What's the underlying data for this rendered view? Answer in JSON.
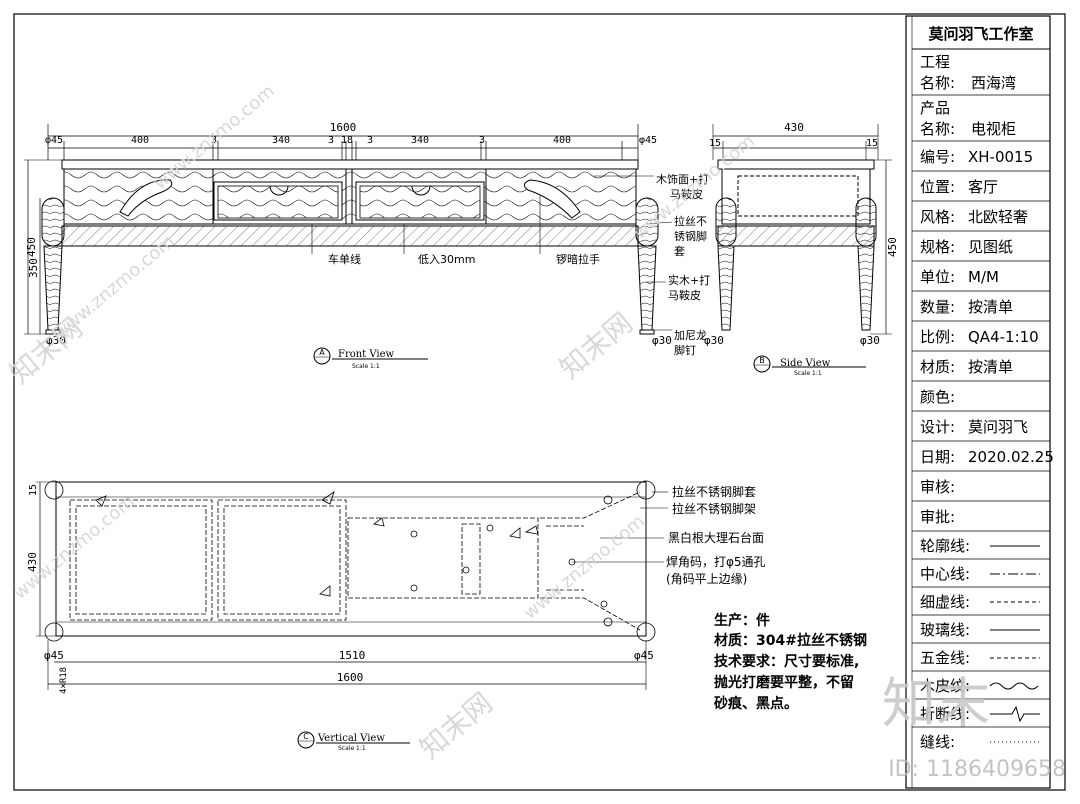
{
  "title_block": {
    "studio": "莫问羽飞工作室",
    "rows": [
      {
        "label": "工程",
        "label2": "名称:",
        "value": "西海湾"
      },
      {
        "label": "产品",
        "label2": "名称:",
        "value": "电视柜"
      },
      {
        "label": "编号:",
        "value": "XH-0015"
      },
      {
        "label": "位置:",
        "value": "客厅"
      },
      {
        "label": "风格:",
        "value": "北欧轻奢"
      },
      {
        "label": "规格:",
        "value": "见图纸"
      },
      {
        "label": "单位:",
        "value": "M/M"
      },
      {
        "label": "数量:",
        "value": "按清单"
      },
      {
        "label": "比例:",
        "value": "QA4-1:10"
      },
      {
        "label": "材质:",
        "value": "按清单"
      },
      {
        "label": "颜色:",
        "value": ""
      },
      {
        "label": "设计:",
        "value": "莫问羽飞"
      },
      {
        "label": "日期:",
        "value": "2020.02.25"
      },
      {
        "label": "审核:",
        "value": ""
      },
      {
        "label": "审批:",
        "value": ""
      }
    ],
    "line_legend": [
      {
        "label": "轮廓线:",
        "style": "solid"
      },
      {
        "label": "中心线:",
        "style": "dashdot"
      },
      {
        "label": "细虚线:",
        "style": "dashed"
      },
      {
        "label": "玻璃线:",
        "style": "solid"
      },
      {
        "label": "五金线:",
        "style": "dashed"
      },
      {
        "label": "木皮纹:",
        "style": "wave"
      },
      {
        "label": "折断线:",
        "style": "break"
      },
      {
        "label": "缝线:",
        "style": "dotted"
      }
    ]
  },
  "front_view": {
    "dim_total": "1600",
    "dims": [
      "45",
      "400",
      "3",
      "340",
      "3",
      "18",
      "3",
      "340",
      "3",
      "400",
      "45"
    ],
    "height_450": "450",
    "height_350": "350",
    "leg_dia": "30",
    "labels": {
      "wood_face": "木饰面+打",
      "wood_face2": "马鞍皮",
      "steel_sleeve": "拉丝不",
      "steel_sleeve2": "锈钢脚",
      "steel_sleeve3": "套",
      "solid_wood": "实木+打",
      "solid_wood2": "马鞍皮",
      "nail": "加尼龙",
      "nail2": "脚钉",
      "sew_line": "车单线",
      "recess": "低入30mm",
      "handle": "锣暗拉手"
    },
    "view_tag": "A",
    "view_title": "Front View",
    "scale": "Scale 1:1"
  },
  "side_view": {
    "dim_total": "430",
    "dim_left": "15",
    "dim_right": "15",
    "height": "450",
    "leg_dia": "30",
    "view_tag": "B",
    "view_title": "Side View",
    "scale": "Scale 1:1"
  },
  "plan_view": {
    "dim_depth": "430",
    "dim_top": "15",
    "dim_inner": "1510",
    "dim_total": "1600",
    "leg_dia": "45",
    "radius_note": "4×R18",
    "labels": {
      "sleeve": "拉丝不锈钢脚套",
      "frame": "拉丝不锈钢脚架",
      "marble": "黑白根大理石台面",
      "weld": "焊角码，打φ5通孔",
      "weld2": "(角码平上边缘)"
    },
    "view_tag": "C",
    "view_title": "Vertical View",
    "scale": "Scale 1:1"
  },
  "notes": {
    "production": "生产：件",
    "material": "材质：304#拉丝不锈钢",
    "tech1": "技术要求：尺寸要标准,",
    "tech2": "抛光打磨要平整，不留",
    "tech3": "砂痕、黑点。"
  },
  "watermark": {
    "logo": "知末",
    "id": "ID: 1186409658",
    "site": "www.znzmo.com",
    "brand": "知末网"
  }
}
